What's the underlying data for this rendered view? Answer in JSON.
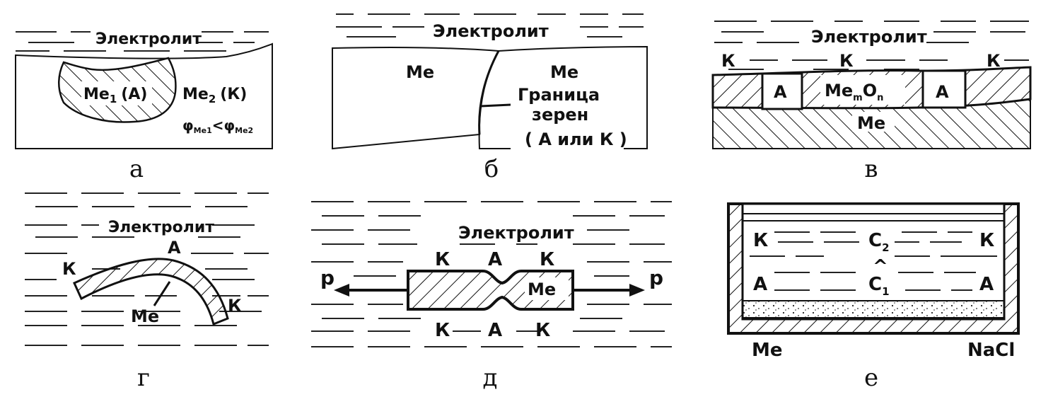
{
  "captions": [
    "а",
    "б",
    "в",
    "г",
    "д",
    "е"
  ],
  "panel_a": {
    "electrolyte": "Электролит",
    "me1": "Me",
    "me1_sub": "1",
    "me1_role": "(А)",
    "me2": "Me",
    "me2_sub": "2",
    "me2_role": "(К)",
    "phi_rel_left": "φ",
    "phi_rel_left_sub": "Me1",
    "phi_rel_op": "<",
    "phi_rel_right": "φ",
    "phi_rel_right_sub": "Me2"
  },
  "panel_b": {
    "electrolyte": "Электролит",
    "me_left": "Me",
    "me_right": "Me",
    "boundary_l1": "Граница",
    "boundary_l2": "зерен",
    "boundary_l3": "( А или К )"
  },
  "panel_c": {
    "electrolyte": "Электролит",
    "k1": "К",
    "k2": "К",
    "k3": "К",
    "a1": "А",
    "a2": "А",
    "oxide": "Me",
    "oxide_m": "m",
    "oxide_o": "O",
    "oxide_n": "n",
    "me": "Me"
  },
  "panel_d": {
    "electrolyte": "Электролит",
    "k": "К",
    "a": "А",
    "k2": "К",
    "me": "Me"
  },
  "panel_e": {
    "electrolyte": "Электролит",
    "k_top": "К",
    "a_top": "А",
    "k_top2": "К",
    "k_bot": "К",
    "a_bot": "А",
    "k_bot2": "К",
    "p_left": "р",
    "p_right": "р",
    "me": "Me"
  },
  "panel_f": {
    "k_left": "К",
    "k_right": "К",
    "a_left": "А",
    "a_right": "А",
    "c": "С",
    "c2_sub": "2",
    "c1_sub": "1",
    "caret": "^",
    "me": "Me",
    "nacl": "NaCl"
  }
}
